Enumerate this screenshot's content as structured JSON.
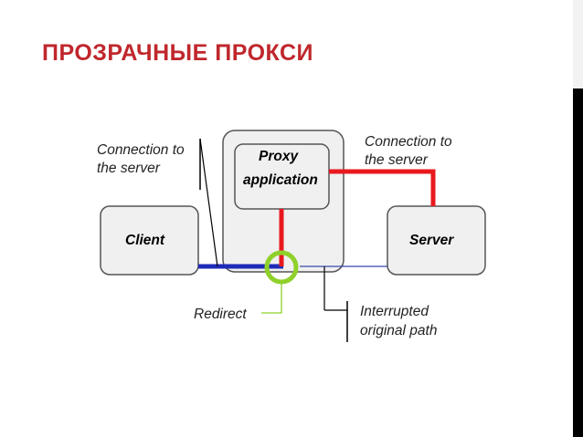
{
  "slide": {
    "title": "ПРОЗРАЧНЫЕ ПРОКСИ"
  },
  "diagram": {
    "nodes": {
      "client": "Client",
      "server": "Server",
      "proxy_line1": "Proxy",
      "proxy_line2": "application"
    },
    "labels": {
      "conn_left_line1": "Connection to",
      "conn_left_line2": "the server",
      "conn_right_line1": "Connection to",
      "conn_right_line2": "the server",
      "redirect": "Redirect",
      "interrupted_line1": "Interrupted",
      "interrupted_line2": "original path"
    },
    "colors": {
      "title": "#c0272d",
      "redirected_path": "#e8191e",
      "client_path": "#1e2ab8",
      "original_path": "#3a46a8",
      "redirect_marker": "#8fd12a",
      "box_fill": "#f0f0f0",
      "box_stroke": "#555555"
    }
  }
}
